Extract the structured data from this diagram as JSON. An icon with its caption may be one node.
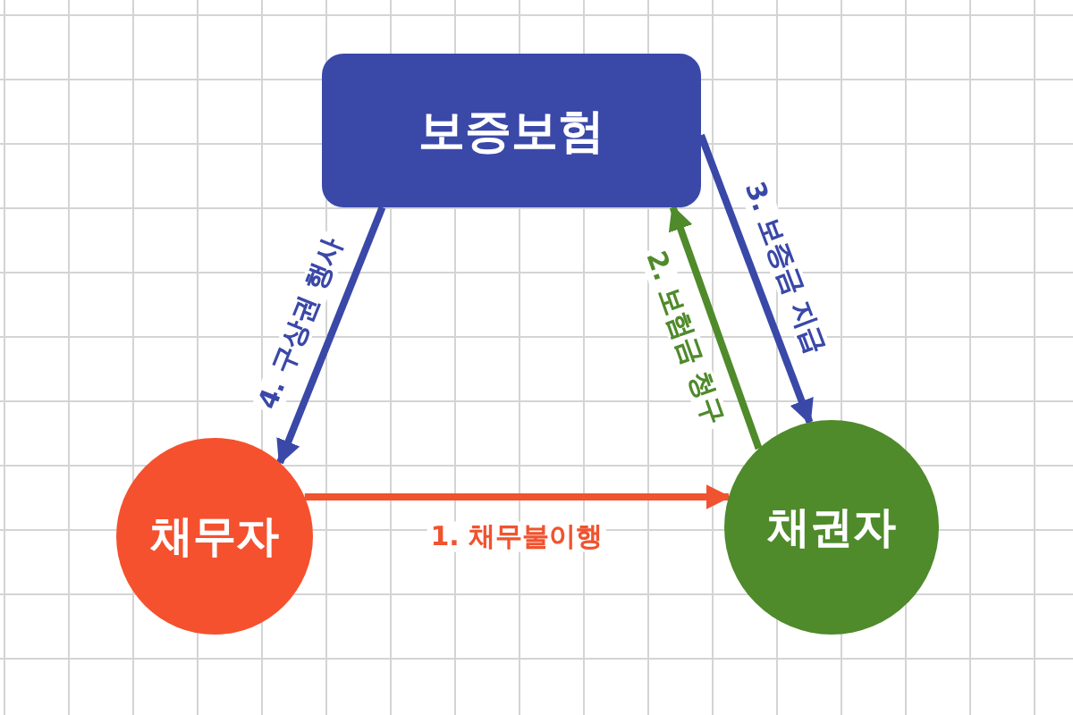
{
  "diagram": {
    "nodes": [
      {
        "text": [
          "보증보험"
        ]
      },
      {
        "text": [
          "채무자"
        ]
      },
      {
        "text": [
          "채권자"
        ]
      }
    ],
    "edges": [
      {
        "from": 1,
        "to": 2,
        "arrow": "to",
        "label": "1. 채무불이행",
        "color": "#f0532f"
      },
      {
        "from": 2,
        "to": 0,
        "arrow": "to",
        "label": "2. 보험금 청구",
        "color": "#4f8a2b"
      },
      {
        "from": 0,
        "to": 2,
        "arrow": "to",
        "label": "3. 보증금 지급"
      },
      {
        "from": 0,
        "to": 1,
        "arrow": "to",
        "label": "4. 구상권 행사"
      }
    ]
  }
}
